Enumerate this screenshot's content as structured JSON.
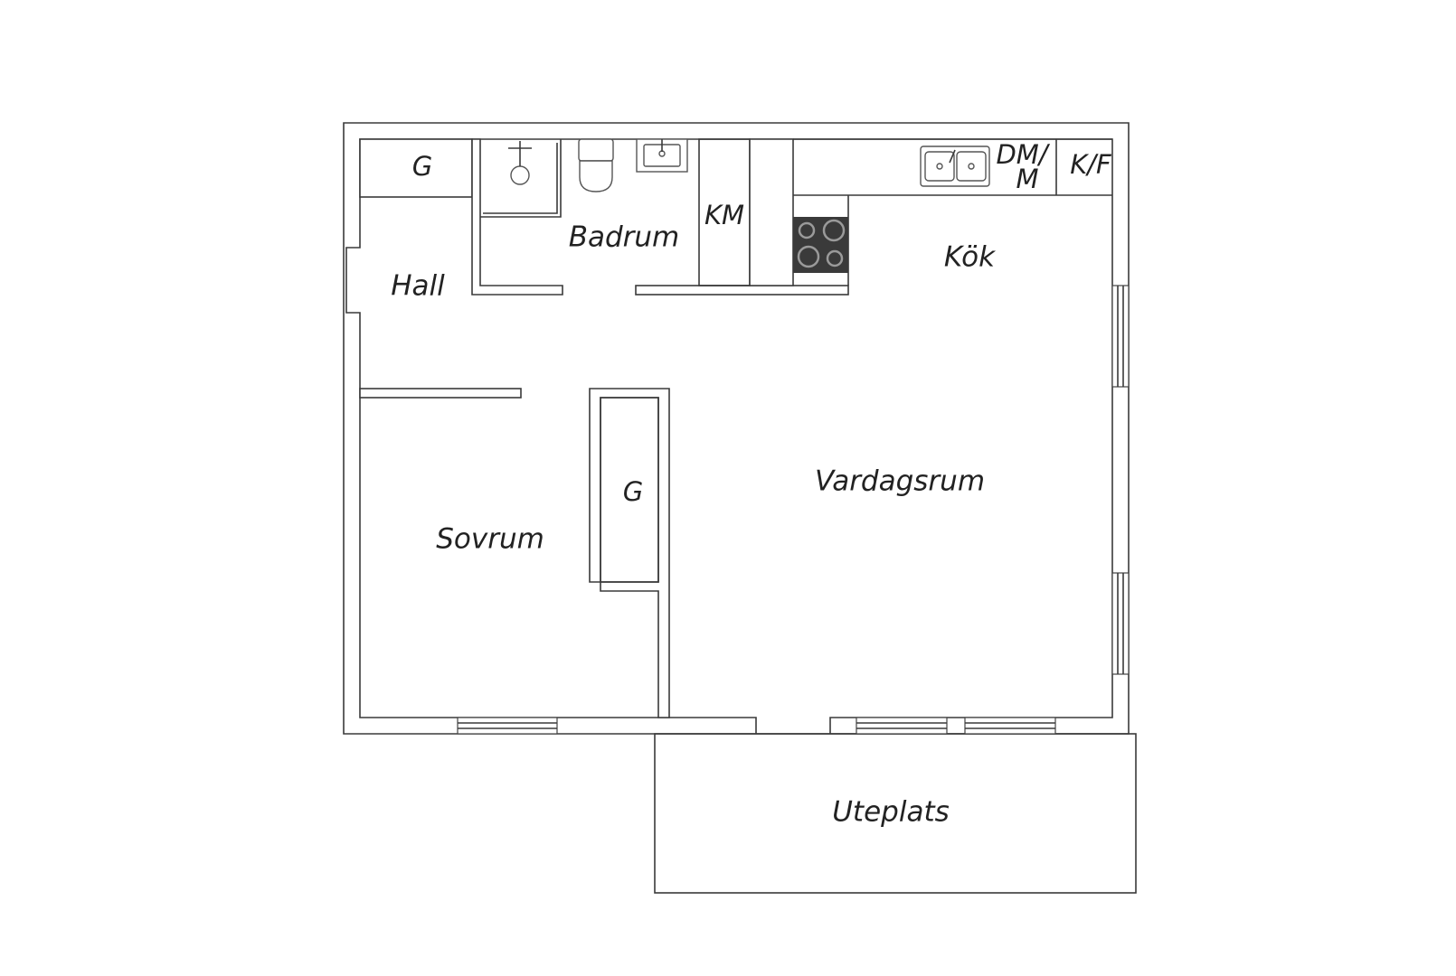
{
  "floorplan": {
    "rooms": {
      "closet_hall": "G",
      "hall": "Hall",
      "bathroom": "Badrum",
      "washing_machine": "KM",
      "kitchen": "Kök",
      "dishwasher_line1": "DM/",
      "dishwasher_line2": "M",
      "fridge_freezer": "K/F",
      "wardrobe": "G",
      "bedroom": "Sovrum",
      "living_room": "Vardagsrum",
      "patio": "Uteplats"
    },
    "colors": {
      "wall_stroke": "#3a3a3a",
      "stove": "#3a3a3a",
      "burner": "#9a9a9a",
      "background": "#ffffff"
    }
  }
}
